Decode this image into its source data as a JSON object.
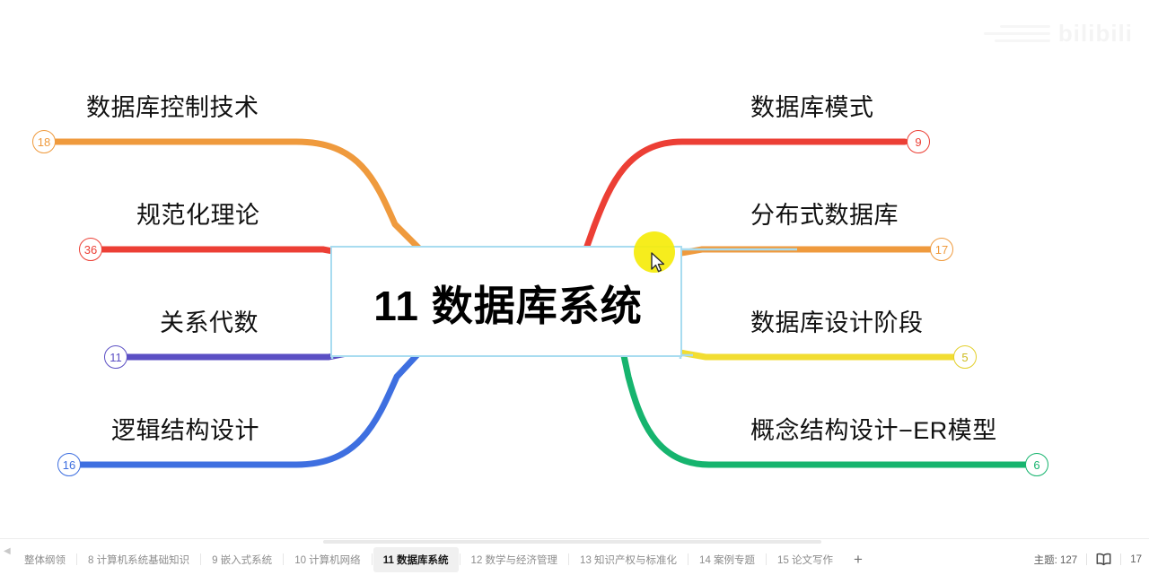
{
  "app": {
    "watermark": "bilibili"
  },
  "mindmap": {
    "center": {
      "title": "11 数据库系统"
    },
    "left_branches": [
      {
        "label": "数据库控制技术",
        "badge": "18",
        "color": "#ef9a3d"
      },
      {
        "label": "规范化理论",
        "badge": "36",
        "color": "#ec3f35"
      },
      {
        "label": "关系代数",
        "badge": "11",
        "color": "#5b4fc4"
      },
      {
        "label": "逻辑结构设计",
        "badge": "16",
        "color": "#3e6fe0"
      }
    ],
    "right_branches": [
      {
        "label": "数据库模式",
        "badge": "9",
        "color": "#ec3f35"
      },
      {
        "label": "分布式数据库",
        "badge": "17",
        "color": "#ef9a3d"
      },
      {
        "label": "数据库设计阶段",
        "badge": "5",
        "color": "#f2dd32"
      },
      {
        "label": "概念结构设计−ER模型",
        "badge": "6",
        "color": "#16b46e"
      }
    ],
    "node_border_color": "#a8dcf0",
    "highlight_color": "#f5ec0a"
  },
  "bottom_bar": {
    "tabs": [
      {
        "label": "整体纲领",
        "active": false
      },
      {
        "label": "8 计算机系统基础知识",
        "active": false
      },
      {
        "label": "9 嵌入式系统",
        "active": false
      },
      {
        "label": "10 计算机网络",
        "active": false
      },
      {
        "label": "11 数据库系统",
        "active": true
      },
      {
        "label": "12 数学与经济管理",
        "active": false
      },
      {
        "label": "13 知识产权与标准化",
        "active": false
      },
      {
        "label": "14 案例专题",
        "active": false
      },
      {
        "label": "15 论文写作",
        "active": false
      }
    ],
    "add_sheet_label": "+",
    "status": {
      "topic_count": "主题: 127",
      "map_icon": "book-icon",
      "page_number": "17"
    }
  }
}
